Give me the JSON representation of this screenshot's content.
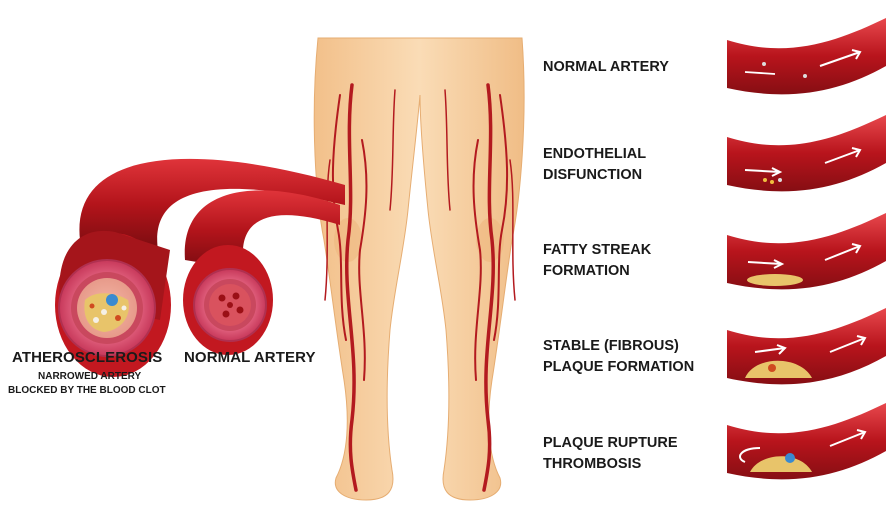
{
  "left_labels": {
    "atherosclerosis": "ATHEROSCLEROSIS",
    "normal_artery": "NORMAL ARTERY",
    "narrowed_line1": "NARROWED ARTERY",
    "narrowed_line2": "BLOCKED BY THE BLOOD CLOT"
  },
  "stages": [
    {
      "line1": "NORMAL ARTERY",
      "line2": ""
    },
    {
      "line1": "ENDOTHELIAL",
      "line2": "DISFUNCTION"
    },
    {
      "line1": "FATTY STREAK",
      "line2": "FORMATION"
    },
    {
      "line1": "STABLE (FIBROUS)",
      "line2": "PLAQUE FORMATION"
    },
    {
      "line1": "PLAQUE RUPTURE",
      "line2": "THROMBOSIS"
    }
  ],
  "colors": {
    "skin": "#f7cfa0",
    "artery_red": "#c21820",
    "artery_dark": "#7d0d12",
    "plaque": "#e8c46a"
  }
}
